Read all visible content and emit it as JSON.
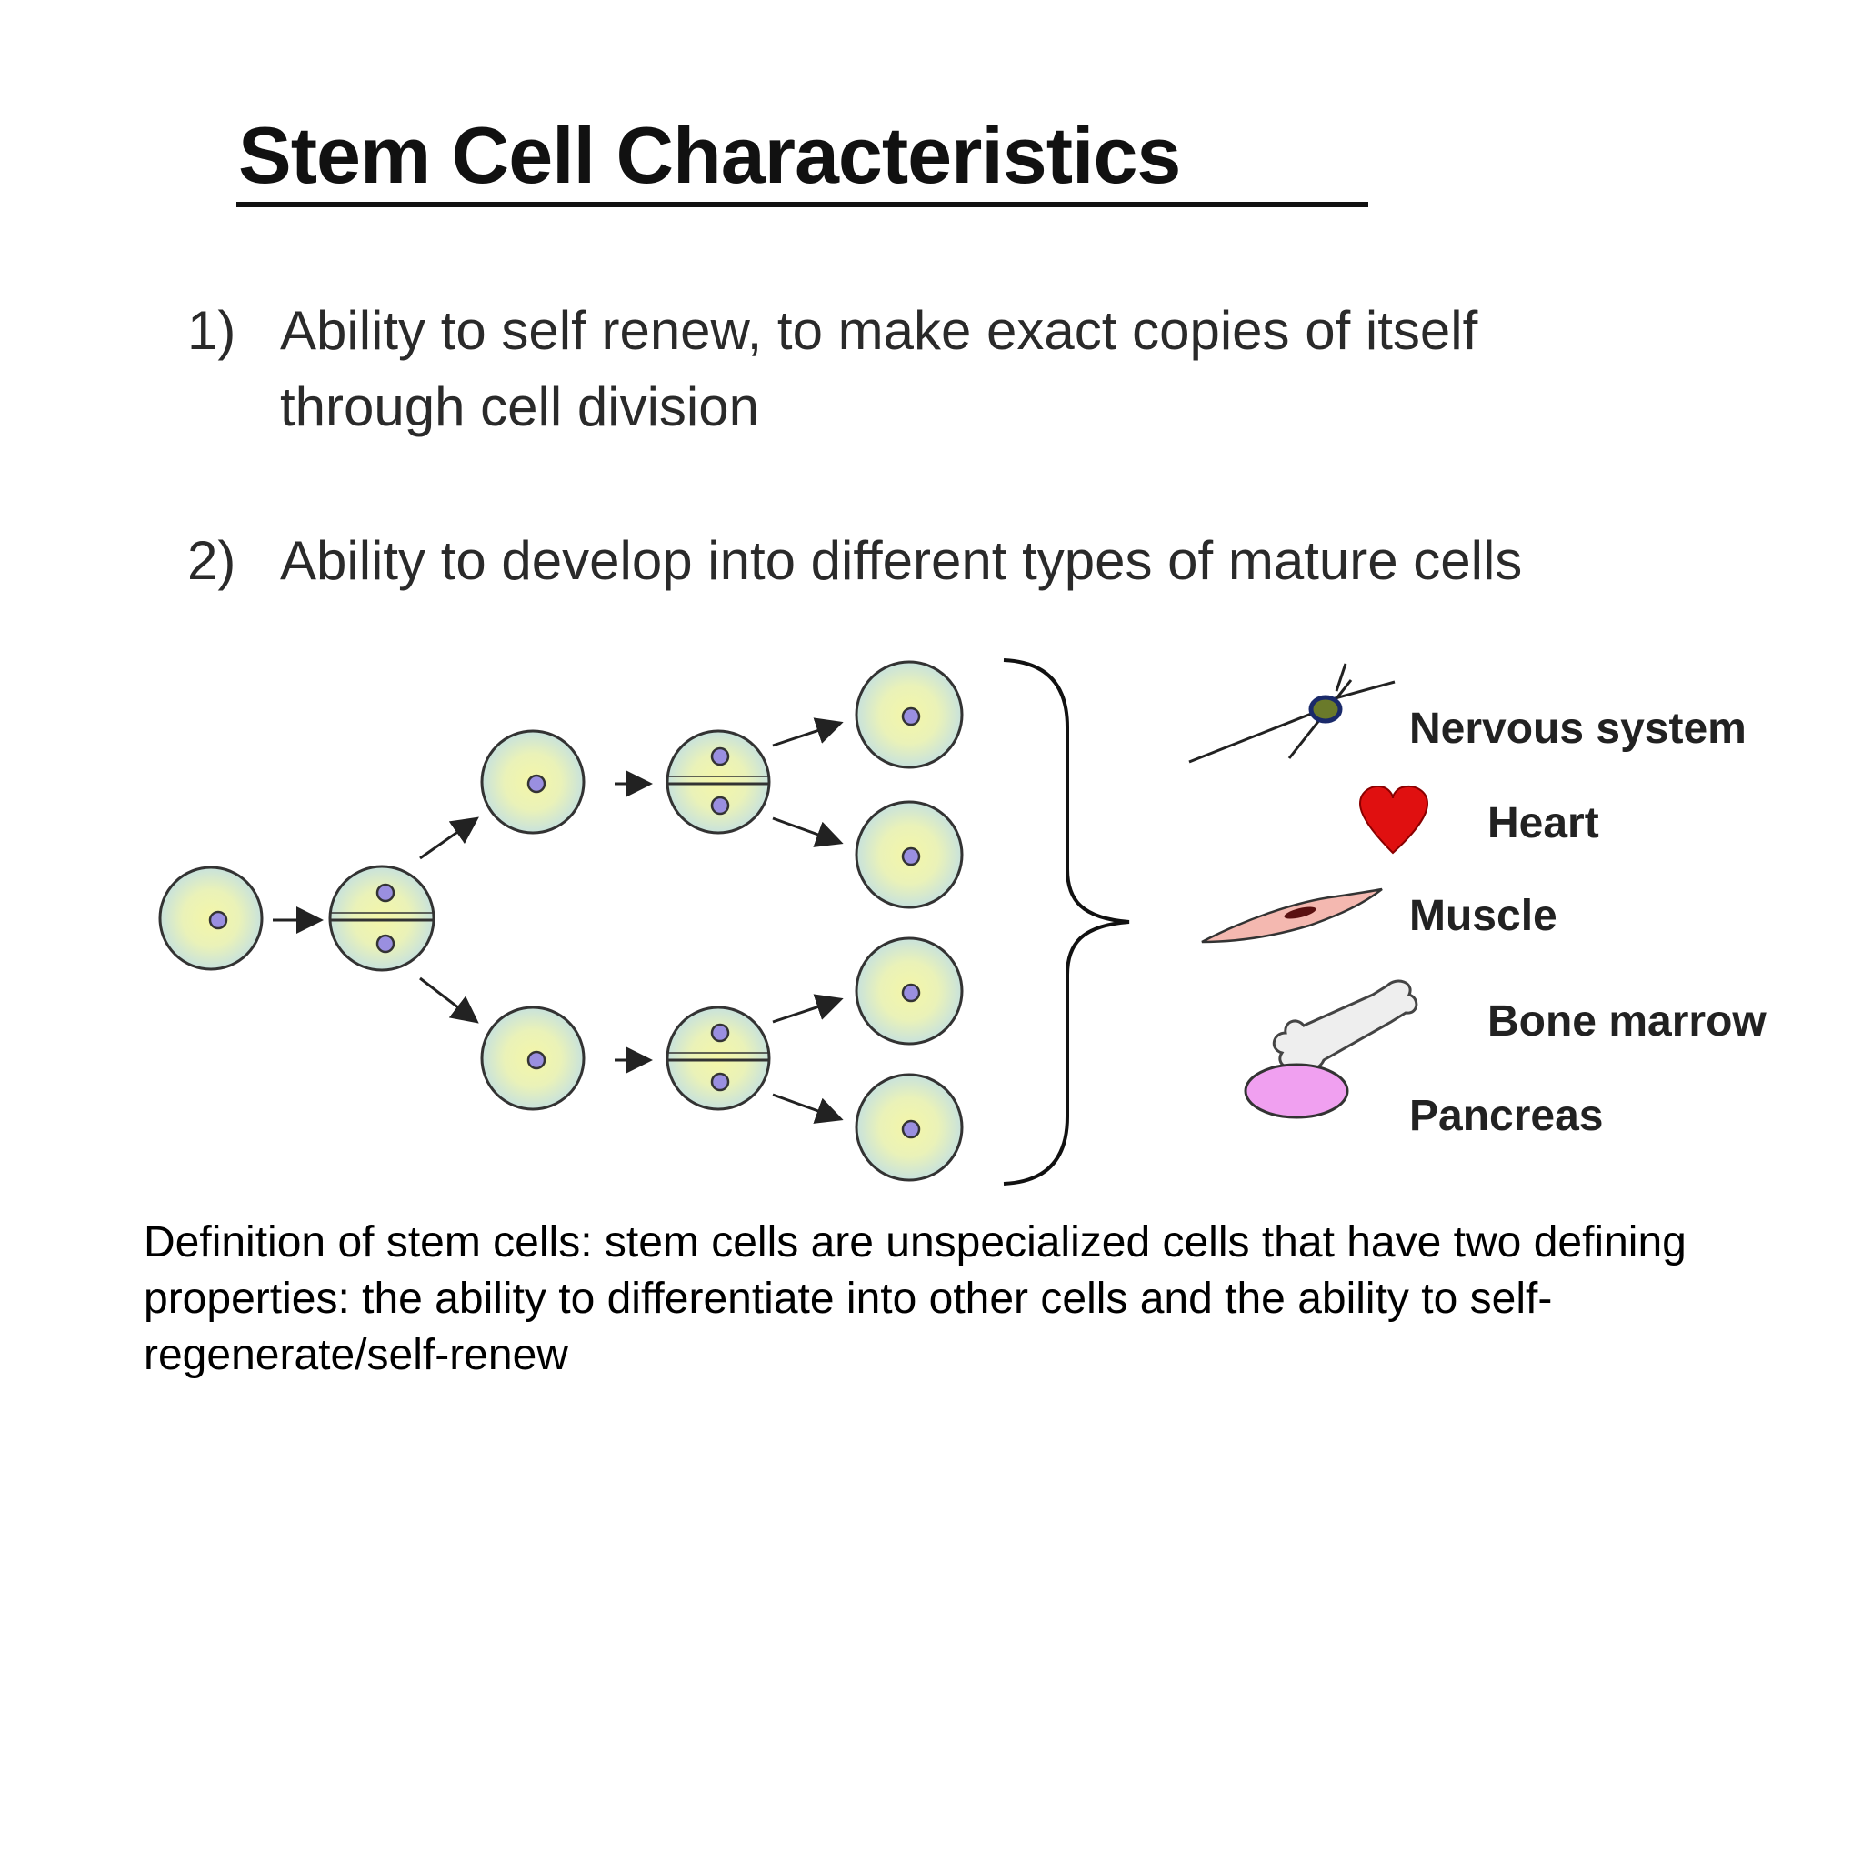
{
  "title": "Stem Cell Characteristics",
  "points": [
    {
      "number": "1)",
      "line1": "Ability to self renew, to make exact copies of itself",
      "line2": "through cell division"
    },
    {
      "number": "2)",
      "line1": "Ability to develop into different types of mature cells"
    }
  ],
  "cell_types": [
    {
      "label": "Nervous system",
      "icon": "neuron-icon"
    },
    {
      "label": "Heart",
      "icon": "heart-icon"
    },
    {
      "label": "Muscle",
      "icon": "muscle-cell-icon"
    },
    {
      "label": "Bone marrow",
      "icon": "bone-icon"
    },
    {
      "label": "Pancreas",
      "icon": "pancreas-cell-icon"
    }
  ],
  "colors": {
    "cell_fill": "#cfe6e0",
    "cell_inner": "#f2f5b0",
    "nucleus": "#9a8fe0",
    "heart": "#e01010",
    "muscle": "#f4b8b0",
    "pancreas": "#f0a0f0",
    "bone": "#eeeeee"
  },
  "definition": "Definition of stem cells: stem cells are unspecialized cells that have two defining properties: the ability to differentiate into other cells and the ability to self-regenerate/self-renew"
}
